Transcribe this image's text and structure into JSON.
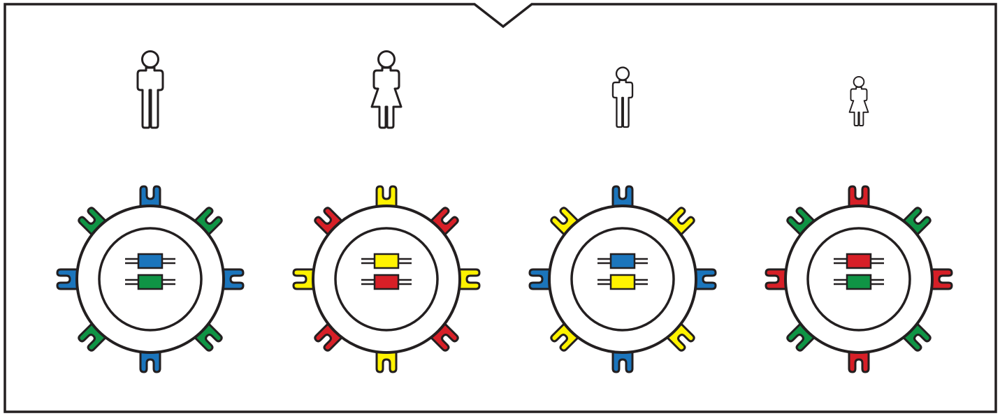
{
  "colors": {
    "outline": "#231f20",
    "background": "#ffffff",
    "blue": "#1b75bc",
    "green": "#0f9445",
    "red": "#d71f27",
    "yellow": "#fff200"
  },
  "panels": [
    {
      "person": "man-icon",
      "adult": true,
      "ring_top": "blue",
      "ring_diag": "green",
      "ring_side": "blue",
      "bars": [
        "blue",
        "green"
      ]
    },
    {
      "person": "woman-icon",
      "adult": true,
      "ring_top": "yellow",
      "ring_diag": "red",
      "ring_side": "yellow",
      "bars": [
        "yellow",
        "red"
      ]
    },
    {
      "person": "boy-icon",
      "adult": false,
      "ring_top": "blue",
      "ring_diag": "yellow",
      "ring_side": "blue",
      "bars": [
        "blue",
        "yellow"
      ]
    },
    {
      "person": "girl-icon",
      "adult": false,
      "ring_top": "red",
      "ring_diag": "green",
      "ring_side": "red",
      "bars": [
        "red",
        "green"
      ]
    }
  ]
}
